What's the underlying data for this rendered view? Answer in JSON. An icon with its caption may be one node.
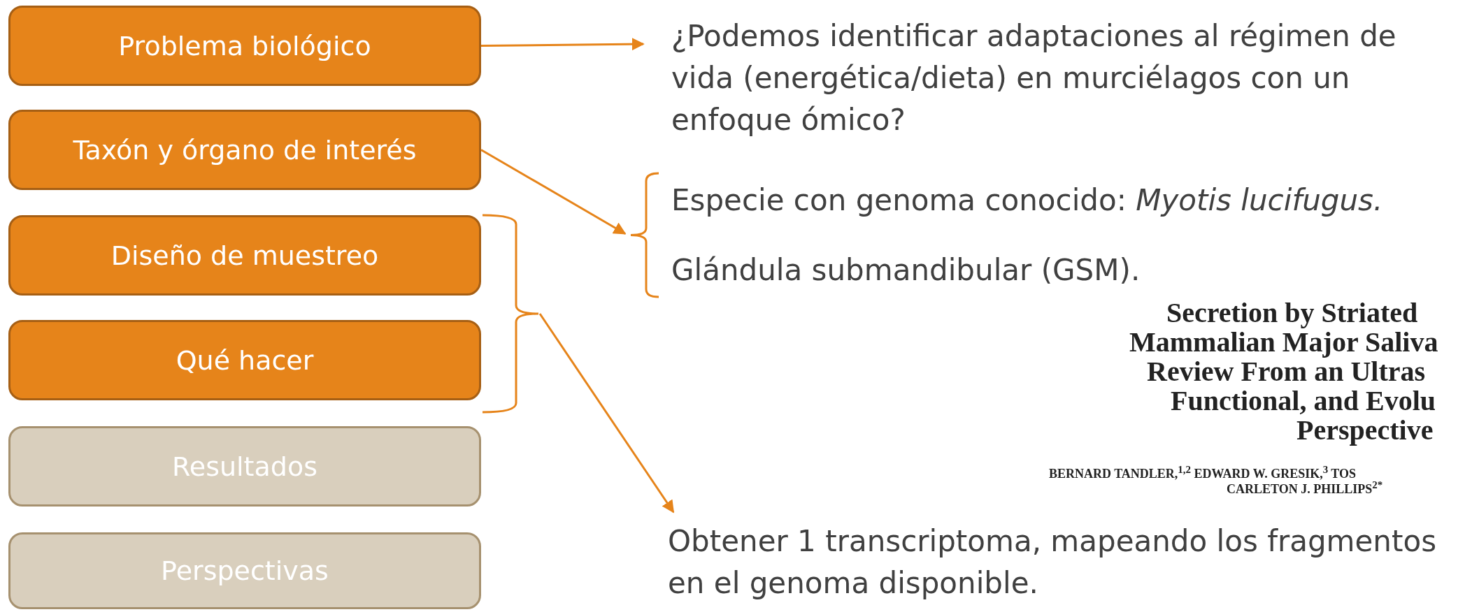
{
  "diagram": {
    "nodes": [
      {
        "text": [
          "Problema biológico"
        ]
      },
      {
        "text": [
          "Taxón y órgano de interés"
        ]
      },
      {
        "text": [
          "Diseño de muestreo"
        ]
      },
      {
        "text": [
          "Qué hacer"
        ]
      },
      {
        "text": [
          "Resultados"
        ]
      },
      {
        "text": [
          "Perspectivas"
        ]
      },
      {
        "text": [
          "¿Podemos identificar adaptaciones al régimen de vida (energética/dieta) en murciélagos con un enfoque ómico?"
        ]
      },
      {
        "text": [
          "Especie con genoma conocido: *Myotis lucifugus.*",
          "Glándula submandibular (GSM)."
        ]
      },
      {
        "text": [],
        "shape": "bracket"
      },
      {
        "text": [
          "Obtener 1 transcriptoma, mapeando los fragmentos en el genoma disponible."
        ]
      }
    ],
    "edges": [
      {
        "from": 0,
        "to": 6,
        "arrow": "to"
      },
      {
        "from": 1,
        "to": 7,
        "arrow": "to"
      },
      {
        "from": 8,
        "to": 9,
        "arrow": "to"
      }
    ],
    "labels": [
      "Secretion by Striated",
      "Mammalian Major Saliva",
      "Review From an Ultras",
      "Functional, and Evolu",
      "Perspective",
      "BERNARD TANDLER,$^{1,2}$ EDWARD W. GRESIK,$^{3}$ TOS",
      "CARLETON J. PHILLIPS$^{2*}$"
    ]
  }
}
